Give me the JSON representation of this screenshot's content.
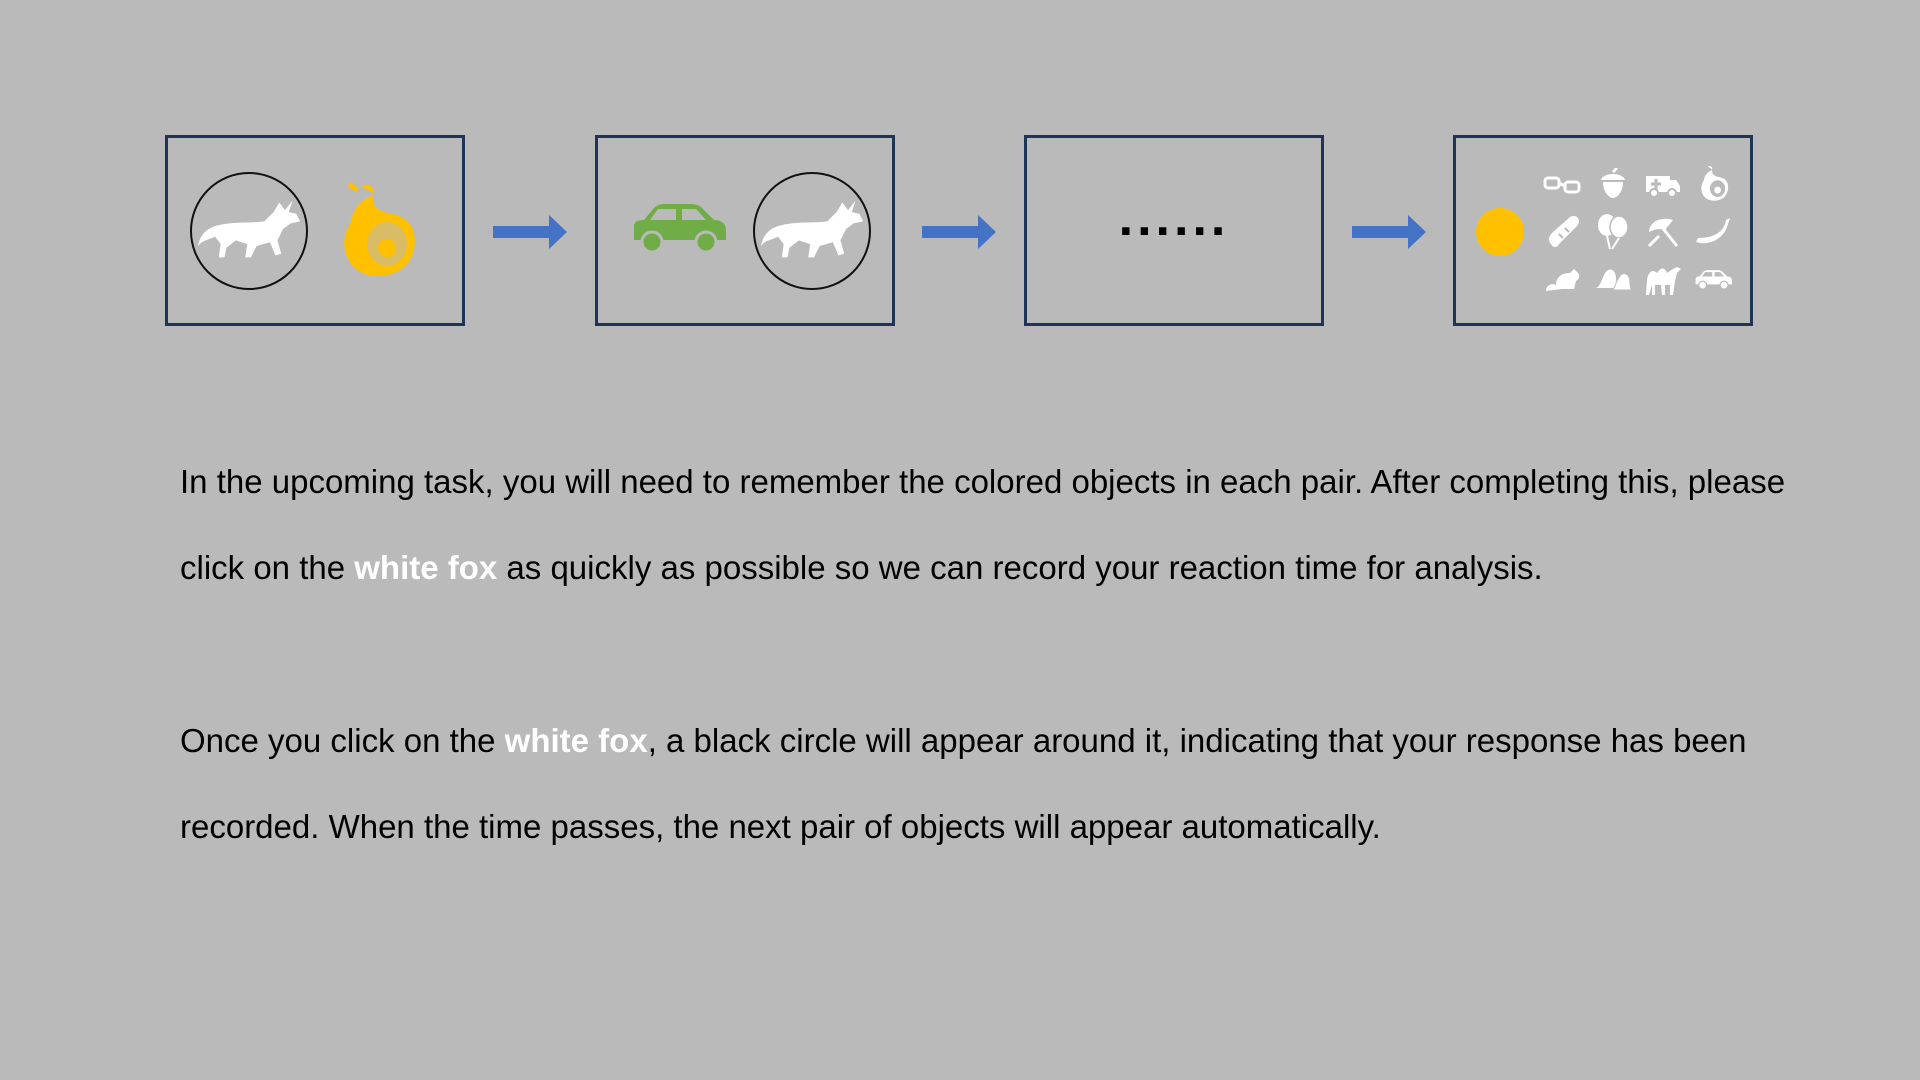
{
  "colors": {
    "background": "#bababa",
    "panel_border": "#1f3557",
    "arrow": "#4472c4",
    "target_white": "#ffffff",
    "yellow": "#ffc000",
    "green": "#70ad47"
  },
  "sequence": {
    "panels": [
      {
        "ringed": "fox-icon",
        "colored": "pear-icon",
        "colored_color": "#ffc000"
      },
      {
        "ringed": "fox-icon",
        "colored": "car-icon",
        "colored_color": "#70ad47"
      },
      {
        "placeholder": "......"
      },
      {
        "colored": "sun-disc",
        "choices": [
          "glasses-icon",
          "acorn-icon",
          "ambulance-icon",
          "pear-icon",
          "bread-icon",
          "balloons-icon",
          "umbrella-icon",
          "banana-icon",
          "beaver-icon",
          "bell-icon",
          "camel-icon",
          "car-icon"
        ]
      }
    ],
    "ellipsis": "......"
  },
  "instructions": {
    "p1_part1": "In the upcoming task, you will need to remember the colored objects in each pair. After completing this, please click on the ",
    "p1_highlight": "white fox",
    "p1_part2": " as quickly as possible so we can record your reaction time for analysis.",
    "p2_part1": "Once you click on the ",
    "p2_highlight": "white fox",
    "p2_part2": ", a black circle will appear around it, indicating that your response has been recorded. When the time passes, the next pair of objects will appear automatically."
  }
}
